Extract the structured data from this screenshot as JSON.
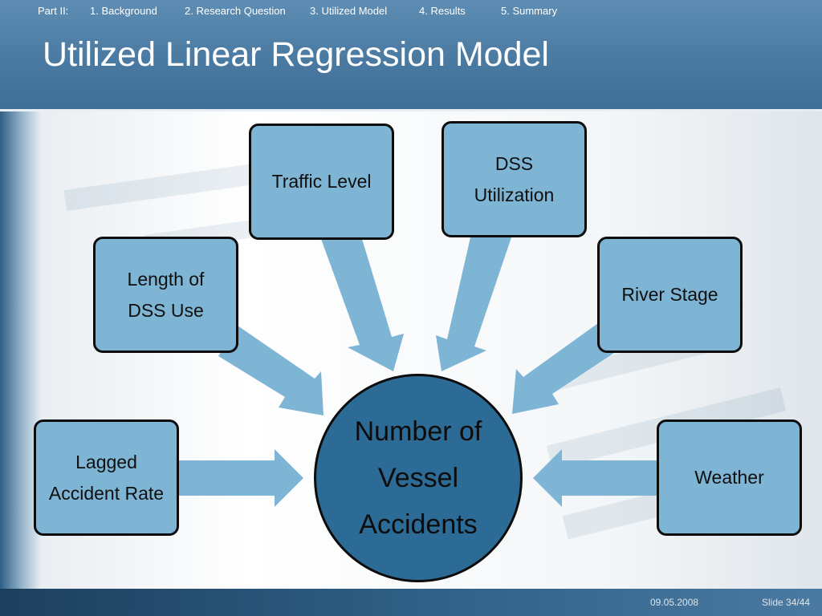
{
  "nav": {
    "part": "Part II:",
    "items": [
      "1. Background",
      "2. Research Question",
      "3. Utilized Model",
      "4. Results",
      "5. Summary"
    ]
  },
  "title": "Utilized Linear Regression Model",
  "diagram": {
    "center": {
      "lines": [
        "Number of",
        "Vessel",
        "Accidents"
      ]
    },
    "factors": [
      {
        "id": "traffic-level",
        "lines": [
          "Traffic Level"
        ]
      },
      {
        "id": "dss-utilization",
        "lines": [
          "DSS",
          "Utilization"
        ]
      },
      {
        "id": "length-of-dss-use",
        "lines": [
          "Length of",
          "DSS Use"
        ]
      },
      {
        "id": "river-stage",
        "lines": [
          "River Stage"
        ]
      },
      {
        "id": "lagged-accident-rate",
        "lines": [
          "Lagged",
          "Accident Rate"
        ]
      },
      {
        "id": "weather",
        "lines": [
          "Weather"
        ]
      }
    ]
  },
  "footer": {
    "date": "09.05.2008",
    "slide": "Slide 34/44"
  },
  "colors": {
    "box_fill": "#7eb4d4",
    "arrow_fill": "#7eb4d4",
    "hub_fill": "#2c6b95",
    "header": "#4a7aa1"
  }
}
